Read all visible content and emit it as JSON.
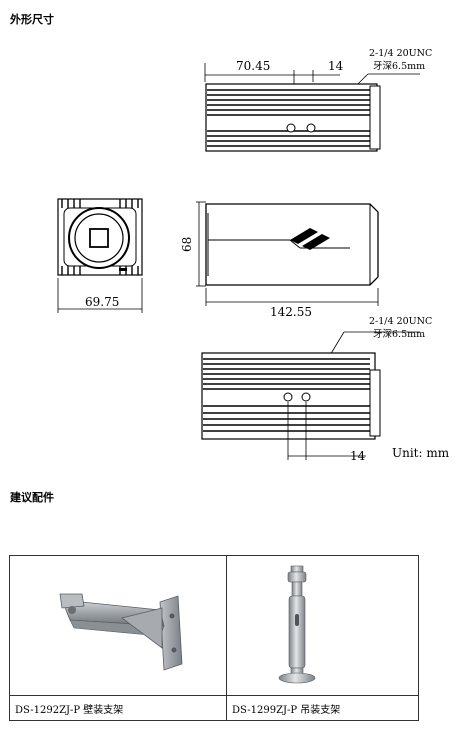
{
  "sections": {
    "dimensions_title": "外形尺寸",
    "accessories_title": "建议配件"
  },
  "dimensions": {
    "top_length": "70.45",
    "top_offset": "14",
    "top_thread_line1": "2-1/4 20UNC",
    "top_thread_line2": "牙深6.5mm",
    "height": "68",
    "front_width": "69.75",
    "side_length": "142.55",
    "bottom_thread_line1": "2-1/4 20UNC",
    "bottom_thread_line2": "牙深6.5mm",
    "bottom_offset": "14",
    "unit": "Unit: mm"
  },
  "accessories": [
    {
      "caption": "DS-1292ZJ-P 壁装支架"
    },
    {
      "caption": "DS-1299ZJ-P 吊装支架"
    }
  ]
}
